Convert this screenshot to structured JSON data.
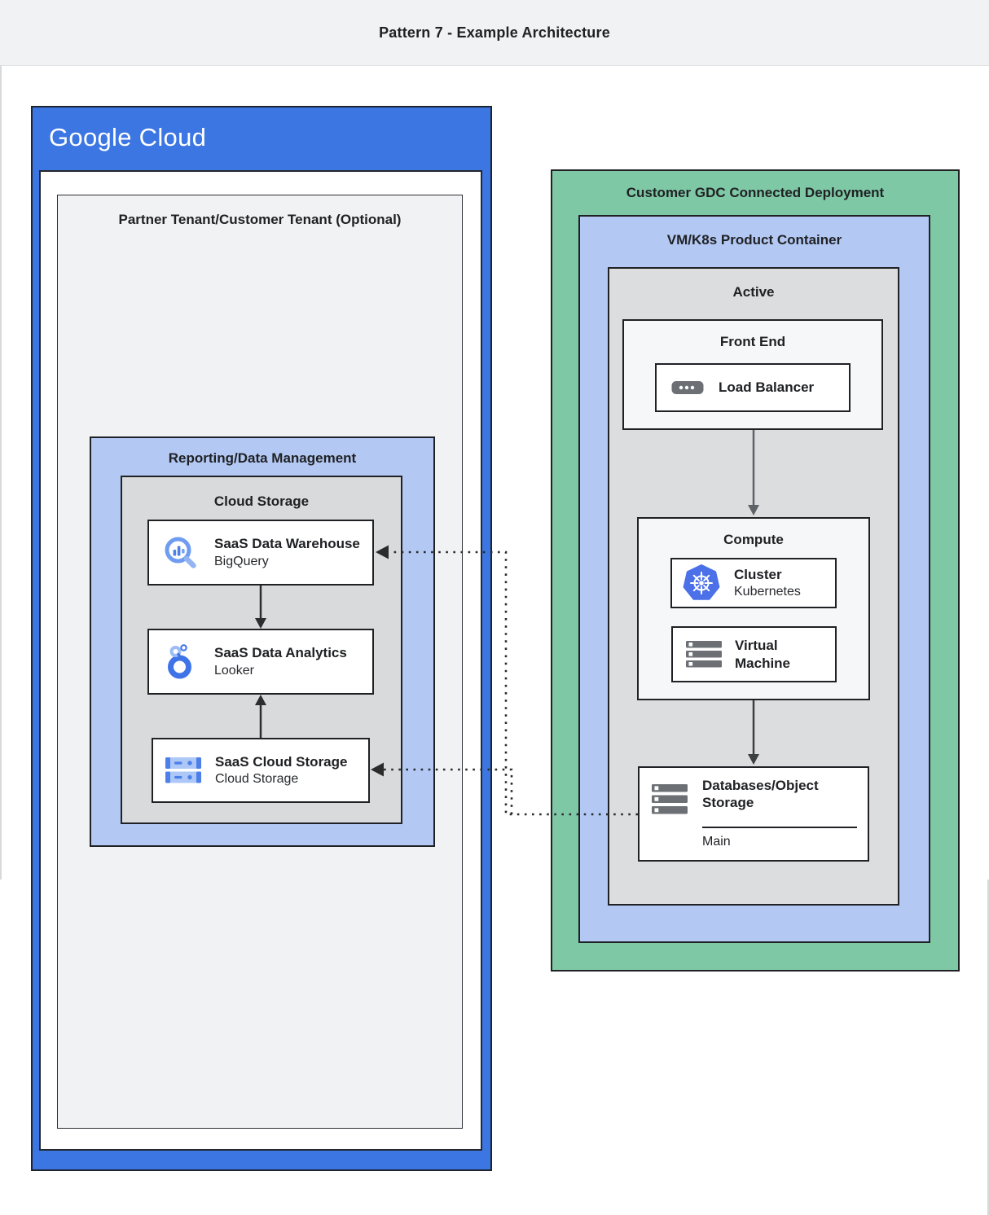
{
  "header": {
    "title": "Pattern 7 - Example Architecture"
  },
  "google_cloud": {
    "logo_text": "Google Cloud",
    "partner_tenant_label": "Partner Tenant/Customer Tenant (Optional)",
    "reporting_label": "Reporting/Data Management",
    "cloud_storage_group_label": "Cloud Storage",
    "warehouse_card": {
      "title": "SaaS Data Warehouse",
      "subtitle": "BigQuery",
      "icon": "bigquery-search-icon"
    },
    "analytics_card": {
      "title": "SaaS Data Analytics",
      "subtitle": "Looker",
      "icon": "looker-icon"
    },
    "storage_card": {
      "title": "SaaS Cloud Storage",
      "subtitle": "Cloud Storage",
      "icon": "cloud-storage-icon"
    }
  },
  "gdc": {
    "label": "Customer GDC Connected Deployment",
    "vmk8s_label": "VM/K8s Product Container",
    "active_label": "Active",
    "front_end": {
      "label": "Front End",
      "load_balancer": {
        "title": "Load Balancer",
        "icon": "load-balancer-icon"
      }
    },
    "compute": {
      "label": "Compute",
      "cluster_card": {
        "title": "Cluster",
        "subtitle": "Kubernetes",
        "icon": "kubernetes-icon"
      },
      "vm_card": {
        "title": "Virtual Machine",
        "icon": "virtual-machine-icon"
      }
    },
    "databases_card": {
      "title": "Databases/Object Storage",
      "section_label": "Main",
      "icon": "object-storage-icon"
    }
  },
  "colors": {
    "google_blue": "#3b76e3",
    "light_blue_container": "#b3c9f4",
    "green_container": "#7ec8a5",
    "gray_container": "#d9dadc",
    "light_gray_panel": "#f1f2f4",
    "panel_offwhite": "#f6f7f9",
    "icon_blue": "#4c80e8",
    "icon_light_blue": "#adc8f7",
    "icon_gray": "#6c7075",
    "text_dark": "#202124"
  }
}
